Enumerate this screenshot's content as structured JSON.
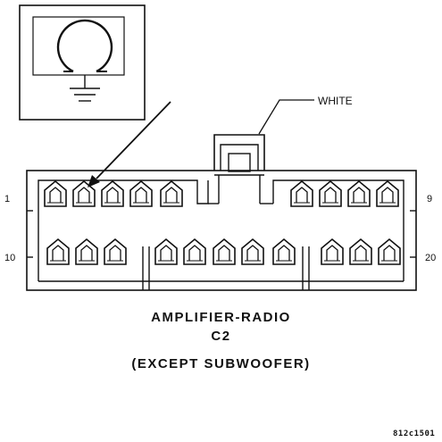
{
  "labels": {
    "wire_color": "WHITE",
    "pin_first_top": "1",
    "pin_last_top": "9",
    "pin_first_bottom": "10",
    "pin_last_bottom": "20"
  },
  "caption": {
    "line1": "AMPLIFIER-RADIO",
    "line2": "C2",
    "line3": "(EXCEPT SUBWOOFER)"
  },
  "figure_code": "812c1501"
}
